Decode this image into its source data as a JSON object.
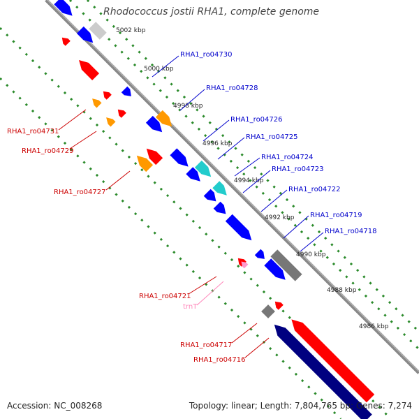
{
  "title": "Rhodococcus jostii RHA1, complete genome",
  "footer": {
    "accession": "Accession: NC_008268",
    "summary": "Topology: linear; Length: 7,804,765 bp; Genes: 7,274"
  },
  "ticks": [
    "5002 kbp",
    "5000 kbp",
    "4998 kbp",
    "4996 kbp",
    "4994 kbp",
    "4992 kbp",
    "4990 kbp",
    "4988 kbp",
    "4986 kbp"
  ],
  "colors": {
    "forward_label": "#0000cc",
    "reverse_label": "#cc0000",
    "trna_label": "#ff88bb",
    "dots": "#2a8a2a",
    "backbone": "#888888"
  },
  "forward_genes": [
    "RHA1_ro04730",
    "RHA1_ro04728",
    "RHA1_ro04726",
    "RHA1_ro04725",
    "RHA1_ro04724",
    "RHA1_ro04723",
    "RHA1_ro04722",
    "RHA1_ro04719",
    "RHA1_ro04718"
  ],
  "reverse_genes": [
    "RHA1_ro04731",
    "RHA1_ro04729",
    "RHA1_ro04727",
    "RHA1_ro04721",
    "RHA1_ro04717",
    "RHA1_ro04716"
  ],
  "trna": [
    "trnT"
  ]
}
